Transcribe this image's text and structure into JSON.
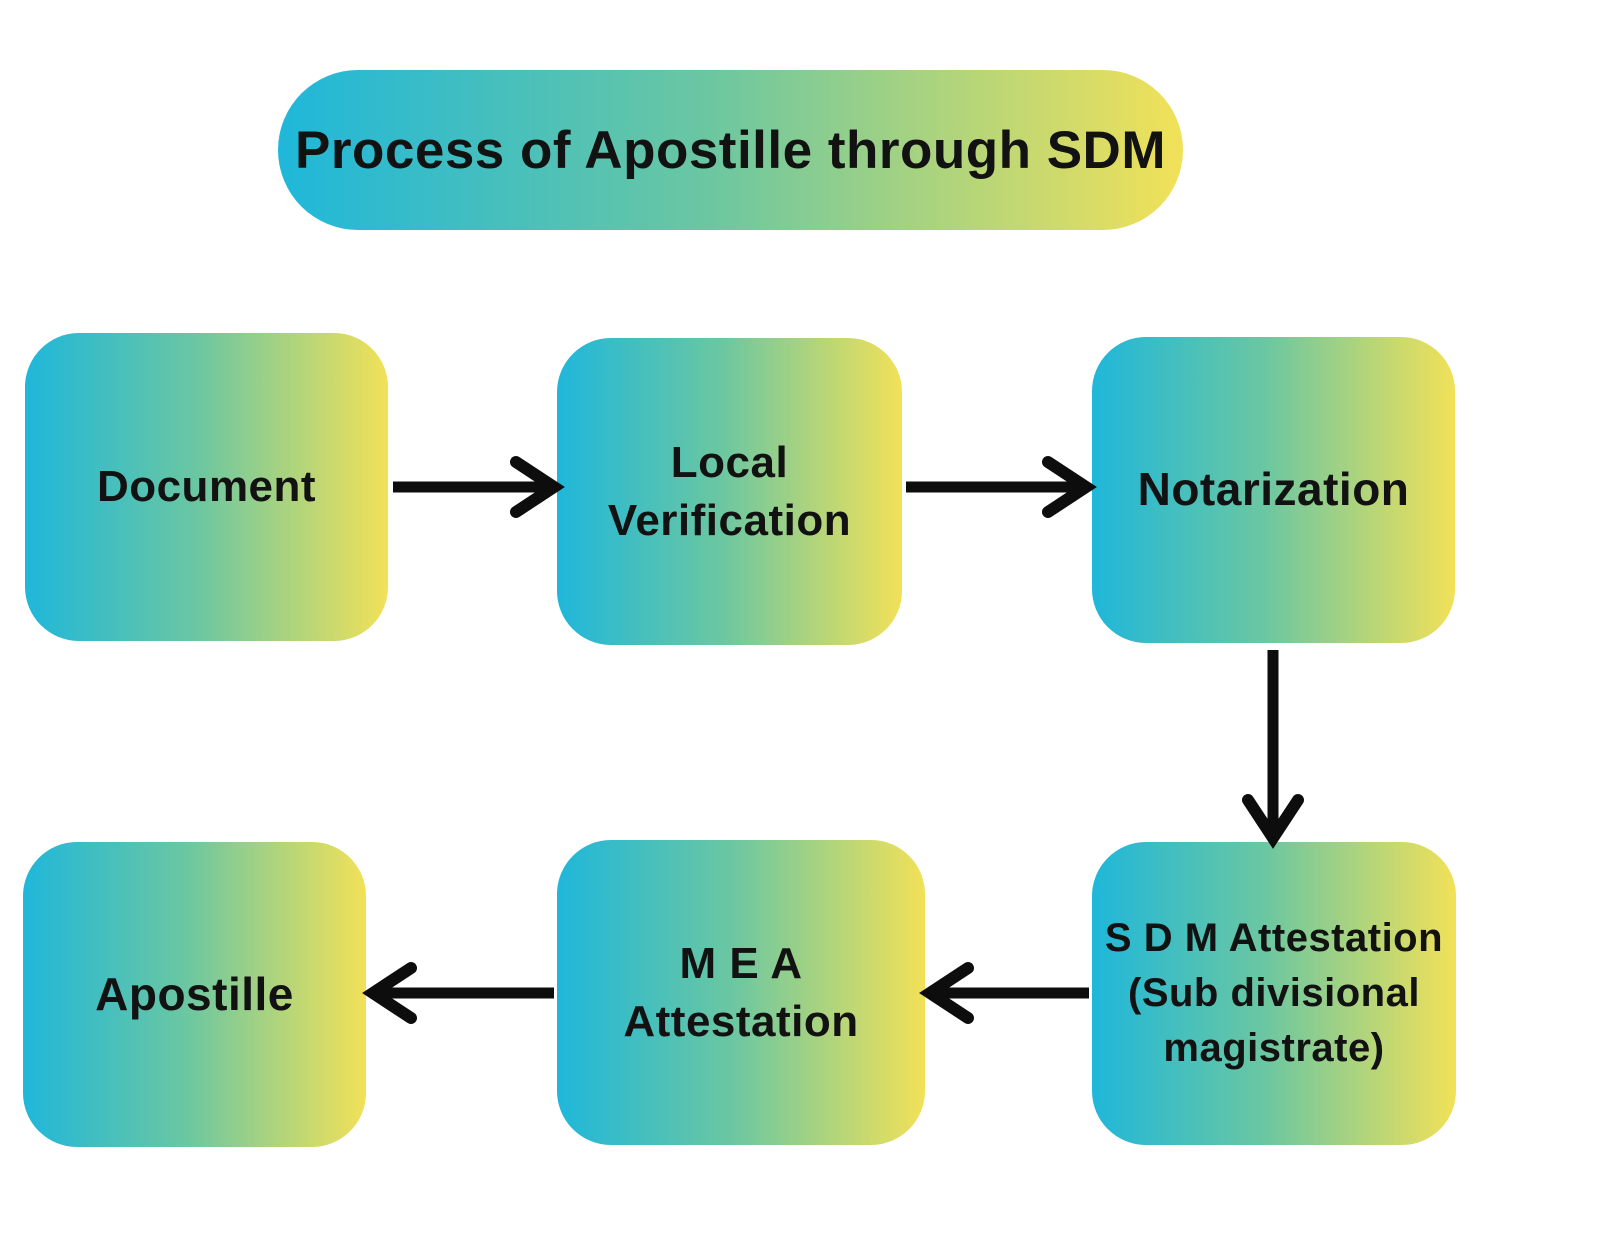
{
  "title": {
    "text": "Process of Apostille through SDM"
  },
  "nodes": [
    {
      "id": "document",
      "label": "Document"
    },
    {
      "id": "local-verification",
      "label": "Local\nVerification"
    },
    {
      "id": "notarization",
      "label": "Notarization"
    },
    {
      "id": "sdm-attestation",
      "label": "S D M Attestation\n(Sub divisional\nmagistrate)"
    },
    {
      "id": "mea-attestation",
      "label": "M E A\nAttestation"
    },
    {
      "id": "apostille",
      "label": "Apostille"
    }
  ],
  "flow": {
    "connections": [
      {
        "from": "Document",
        "to": "Local Verification",
        "direction": "right"
      },
      {
        "from": "Local Verification",
        "to": "Notarization",
        "direction": "right"
      },
      {
        "from": "Notarization",
        "to": "S D M Attestation",
        "direction": "down"
      },
      {
        "from": "S D M Attestation",
        "to": "M E A Attestation",
        "direction": "left"
      },
      {
        "from": "M E A Attestation",
        "to": "Apostille",
        "direction": "left"
      }
    ]
  },
  "colors": {
    "background": "#ffffff",
    "gradient_start": "#1fb7da",
    "gradient_mid": "#6cc7a1",
    "gradient_end": "#f2e158",
    "arrow": "#0d0d0d",
    "text": "#121212"
  }
}
